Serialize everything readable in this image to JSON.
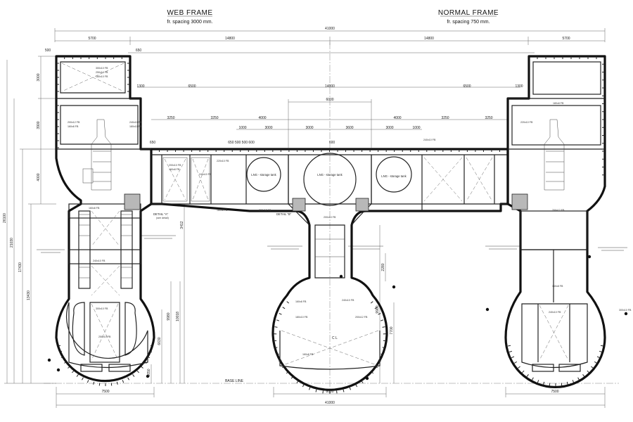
{
  "titles": {
    "web_frame": "WEB FRAME",
    "web_spacing": "fr. spacing 3000 mm.",
    "normal_frame": "NORMAL FRAME",
    "normal_spacing": "fr. spacing 750 mm."
  },
  "dims": {
    "overall_top": "41000",
    "overall_bottom": "41000",
    "col_left": "5700",
    "col_right": "5700",
    "half_left": "14800",
    "half_right": "14800",
    "d500": "500",
    "d650": "650",
    "d650b": "650",
    "d1300_left": "1300",
    "d1300_right": "1300",
    "d6500_left": "6500",
    "d6500_right": "6500",
    "d14000": "14000",
    "d6000": "6000",
    "d3250_a": "3250",
    "d3250_b": "3250",
    "d3250_c": "3250",
    "d3250_d": "3250",
    "d4000_a": "4000",
    "d4000_b": "4000",
    "d1000_a": "1000",
    "d1000_b": "1000",
    "d3000_a": "3000",
    "d3000_b": "3000",
    "d3000_c": "3000",
    "d3600": "3600",
    "d650_500_600": "650 500 500 600",
    "d600": "600",
    "v3000": "3000",
    "v3900": "3900",
    "v4000": "4000",
    "v26100": "26100",
    "v21030": "21030",
    "v17430": "17430",
    "v13430": "13430",
    "v3412": "3412",
    "v9980_a": "9980",
    "v10018": "10018",
    "v6630": "6630",
    "v1650": "1650",
    "v2280": "2280",
    "v9980_b": "9980",
    "v7700": "7700",
    "w7500_left": "7500",
    "w8000": "8000",
    "w7500_right": "7500"
  },
  "labels": {
    "base_line": "BASE LINE",
    "center_line": "C L",
    "detail_a": "DETAIL \"A\"",
    "detail_b": "DETAIL \"B\"",
    "see_detail": "(see detail)",
    "lng_tank_1": "LNG - storage tank",
    "lng_tank_2": "LNG - storage tank",
    "lng_tank_3": "LNG - storage tank",
    "scallop_1": "300x10 FB",
    "scallop_2": "250x10 FB",
    "scallop_3": "180x10 FB",
    "scallop_4": "200x12 FB",
    "scallop_5": "160x8 FB",
    "scallop_6": "240x10 FB",
    "scallop_7": "180x10 FB",
    "scallop_8": "200x10 FB",
    "scallop_9": "160x8 FB",
    "scallop_10": "240x10 FB",
    "scallop_11": "220x10 FB",
    "scallop_12": "180x8 FB",
    "scallop_13": "200x12 FB",
    "scallop_14": "160x8 FB",
    "scallop_15": "240x10 FB",
    "scallop_16": "300x10 FB",
    "scallop_17": "250x10 FB",
    "scallop_18": "200x10 FB",
    "scallop_19": "160x8 FB",
    "scallop_20": "240x10 FB",
    "scallop_21": "180x10 FB",
    "scallop_22": "200x12 FB",
    "scallop_23": "160x8 FB",
    "scallop_24": "240x10 FB",
    "scallop_25": "220x10 FB",
    "scallop_26": "180x8 FB",
    "scallop_27": "200x12 FB",
    "scallop_28": "160x8 FB",
    "scallop_29": "240x10 FB",
    "scallop_30": "300x10 FB"
  }
}
